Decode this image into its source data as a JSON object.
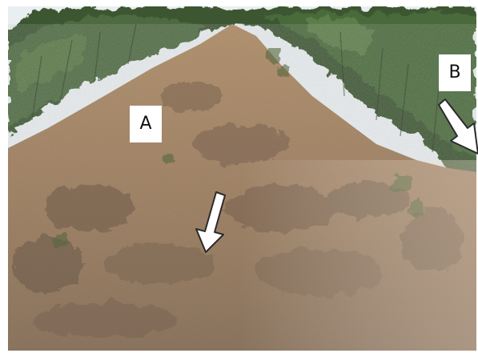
{
  "labels": {
    "a": "A",
    "b": "B"
  },
  "arrows": [
    {
      "icon": "arrow-down-icon",
      "target": "A"
    },
    {
      "icon": "arrow-down-right-icon",
      "target": "B"
    }
  ],
  "colors": {
    "soil": "#a88a66",
    "vegetation": "#3f5a36",
    "sky": "#e9eef0",
    "arrow_fill": "#ffffff",
    "arrow_stroke": "#2b2b2b"
  }
}
